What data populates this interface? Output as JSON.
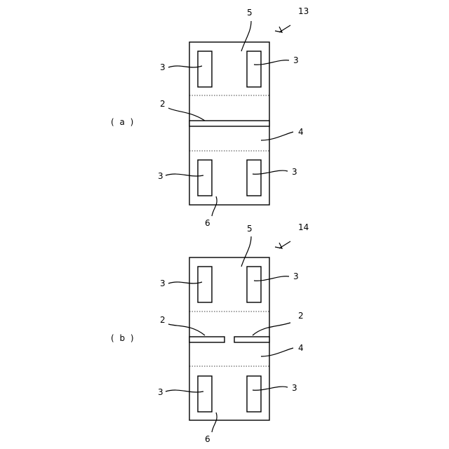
{
  "figure_a": {
    "panel_label": "( a )",
    "ref_main": "13",
    "label_top": "5",
    "label_bottom": "6",
    "label_band": "4",
    "label_slit": "2",
    "label_window": "3"
  },
  "figure_b": {
    "panel_label": "( b )",
    "ref_main": "14",
    "label_top": "5",
    "label_bottom": "6",
    "label_band": "4",
    "label_slit_left": "2",
    "label_slit_right": "2",
    "label_window": "3"
  }
}
